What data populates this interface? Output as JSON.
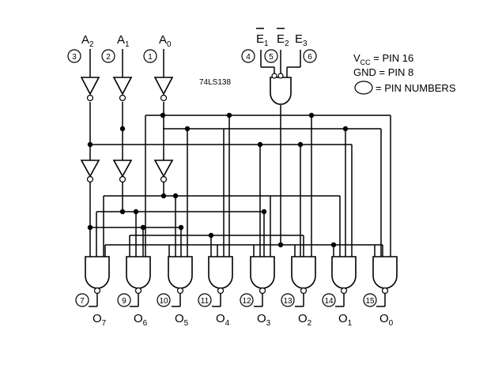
{
  "device_label": "74LS138",
  "inputs": [
    {
      "name": "A",
      "sub": "2",
      "pin": "3"
    },
    {
      "name": "A",
      "sub": "1",
      "pin": "2"
    },
    {
      "name": "A",
      "sub": "0",
      "pin": "1"
    }
  ],
  "enables": [
    {
      "name": "E",
      "sub": "1",
      "pin": "4"
    },
    {
      "name": "E",
      "sub": "2",
      "pin": "5"
    },
    {
      "name": "E",
      "sub": "3",
      "pin": "6"
    }
  ],
  "outputs": [
    {
      "name": "O",
      "sub": "7",
      "pin": "7"
    },
    {
      "name": "O",
      "sub": "6",
      "pin": "9"
    },
    {
      "name": "O",
      "sub": "5",
      "pin": "10"
    },
    {
      "name": "O",
      "sub": "4",
      "pin": "11"
    },
    {
      "name": "O",
      "sub": "3",
      "pin": "12"
    },
    {
      "name": "O",
      "sub": "2",
      "pin": "13"
    },
    {
      "name": "O",
      "sub": "1",
      "pin": "14"
    },
    {
      "name": "O",
      "sub": "0",
      "pin": "15"
    }
  ],
  "notes": {
    "vcc_v": "V",
    "vcc_sub": "CC",
    "vcc_rest": " = PIN 16",
    "gnd": "GND = PIN 8",
    "pin_legend": "= PIN NUMBERS"
  }
}
